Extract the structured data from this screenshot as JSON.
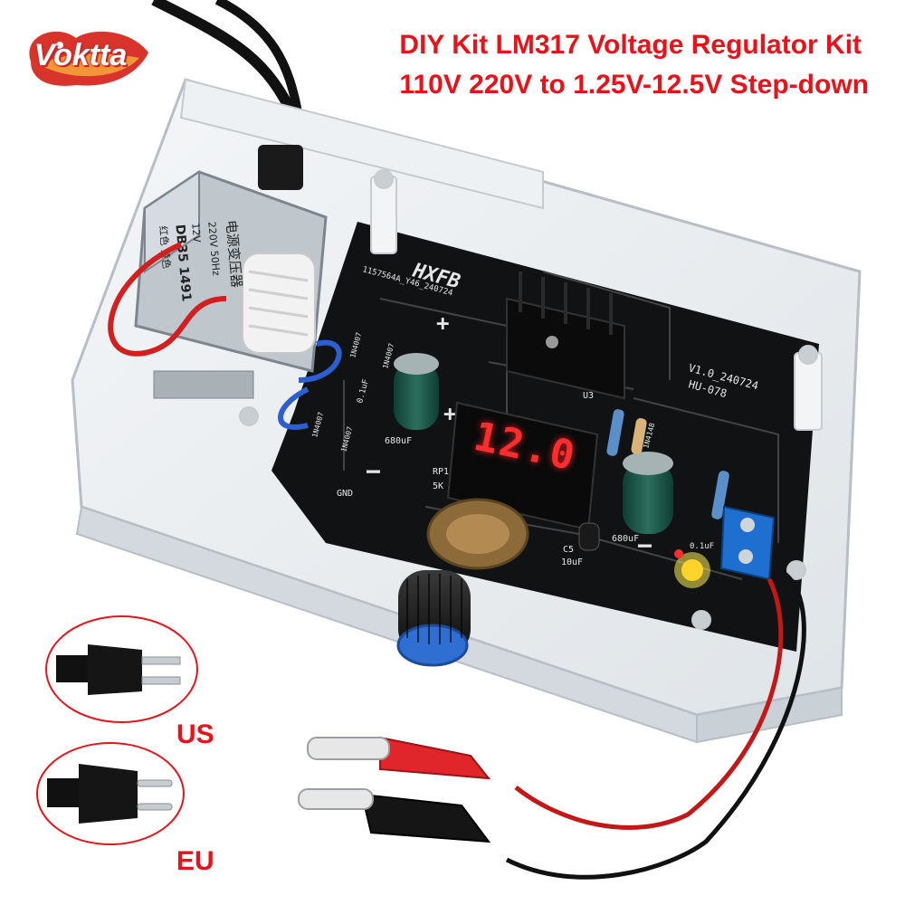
{
  "brand": {
    "logo_text": "Voktta",
    "accent": "#e8131a"
  },
  "title": {
    "line1": "DIY Kit LM317 Voltage Regulator Kit",
    "line2": "110V 220V to 1.25V-12.5V Step-down"
  },
  "display": {
    "reading": "12.0",
    "color": "#ff2d2d"
  },
  "board": {
    "brand_mark": "HXFB",
    "version": "V1.0_240724",
    "model": "HU-078",
    "serial": "1157564A_Y46_240724",
    "labels": {
      "gnd": "GND",
      "plus": "+",
      "minus": "−",
      "rp1": "RP1",
      "rp1_value": "5K",
      "c_left": "680uF",
      "c_right": "680uF",
      "c5": "C5",
      "c5_value": "10uF",
      "cap_small": "0.1uF",
      "cap_small2": "0.1uF",
      "u3": "U3",
      "diode1": "1N4007",
      "diode2": "1N4007",
      "diode3": "1N4007",
      "diode4": "1N4007",
      "diode5": "1N4148"
    }
  },
  "transformer": {
    "line1": "电源变压器",
    "line2": "220V 50Hz",
    "line3": "12V",
    "line4": "DB35 1491",
    "line5": "红色 黄色"
  },
  "plugs": [
    {
      "label": "US"
    },
    {
      "label": "EU"
    }
  ]
}
